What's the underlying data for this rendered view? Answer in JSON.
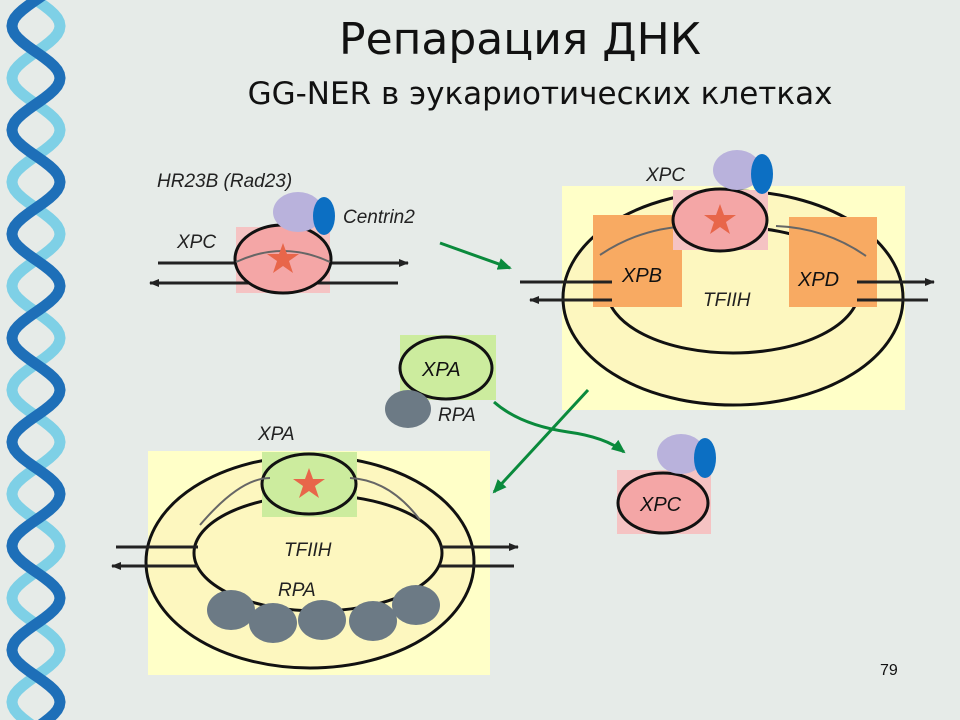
{
  "slide": {
    "title": "Репарация ДНК",
    "subtitle": "GG-NER в эукариотических клетках",
    "page_number": "79"
  },
  "panel_a": {
    "label_hr23b": "HR23B (Rad23)",
    "label_centrin": "Centrin2",
    "label_xpc": "XPC"
  },
  "panel_b": {
    "label_xpc": "XPC",
    "label_xpb": "XPB",
    "label_xpd": "XPD",
    "label_tfiih": "TFIIH"
  },
  "free_xpa": {
    "label_xpa": "XPA",
    "label_rpa": "RPA"
  },
  "released_xpc": {
    "label_xpc": "XPC"
  },
  "panel_c": {
    "label_xpa": "XPA",
    "label_tfiih": "TFIIH",
    "label_rpa": "RPA"
  },
  "colors": {
    "background": "#e6ebe8",
    "panel_yellow": "#ffffc8",
    "ellipse_fill": "#fdf7bf",
    "xpc_pink": "#f4a6a6",
    "xpc_box": "#f5c3c3",
    "xpb_orange": "#f8aa62",
    "xpa_green": "#ccec9e",
    "rpa_gray": "#6c7a85",
    "hr23b_lilac": "#b9b2dc",
    "centrin_blue": "#0c6fc3",
    "lesion_star": "#e8664a",
    "arrow_green": "#0a8a3c",
    "helix_light": "#7ed0e6",
    "helix_dark": "#1e6fb8"
  }
}
